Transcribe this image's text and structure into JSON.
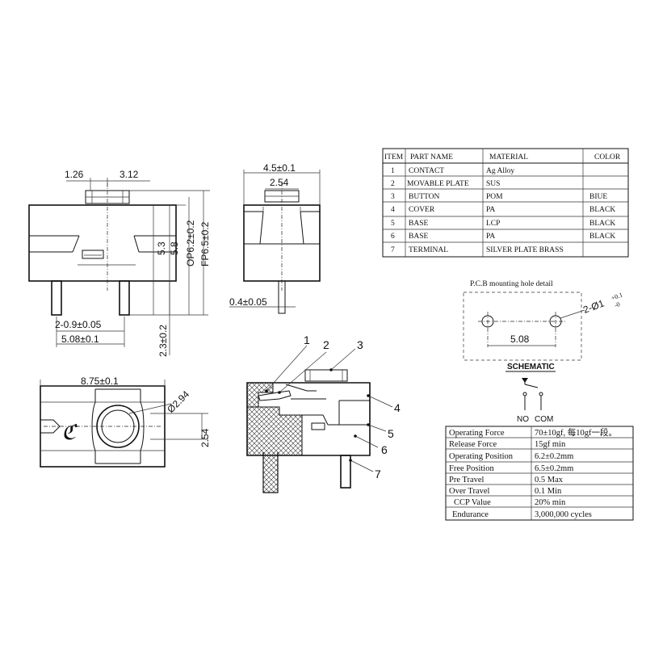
{
  "front_view": {
    "dim_1_26": "1.26",
    "dim_3_12": "3.12",
    "dim_5_3": "5.3",
    "dim_5_8": "5.8",
    "dim_op": "OP6.2±0.2",
    "dim_fp": "FP6.5±0.2",
    "dim_pins": "2-0.9±0.05",
    "dim_pitch": "5.08±0.1",
    "dim_pin_len": "2.3±0.2"
  },
  "side_view": {
    "dim_width": "4.5±0.1",
    "dim_button": "2.54",
    "dim_pin": "0.4±0.05"
  },
  "top_view": {
    "dim_length": "8.75±0.1",
    "dim_hole": "Ø2.94",
    "dim_2_54": "2.54"
  },
  "section_view": {
    "callouts": [
      "1",
      "2",
      "3",
      "4",
      "5",
      "6",
      "7"
    ]
  },
  "parts_table": {
    "headers": [
      "ITEM",
      "PART NAME",
      "MATERIAL",
      "COLOR"
    ],
    "rows": [
      [
        "1",
        "CONTACT",
        "Ag Alloy",
        ""
      ],
      [
        "2",
        "MOVABLE PLATE",
        "SUS",
        ""
      ],
      [
        "3",
        "BUTTON",
        "POM",
        "BIUE"
      ],
      [
        "4",
        "COVER",
        "PA",
        "BLACK"
      ],
      [
        "5",
        "BASE",
        "LCP",
        "BLACK"
      ],
      [
        "6",
        "BASE",
        "PA",
        "BLACK"
      ],
      [
        "7",
        "TERMINAL",
        "SILVER PLATE BRASS",
        ""
      ]
    ]
  },
  "pcb_detail": {
    "title": "P.C.B mounting hole detail",
    "hole_label": "2-Ø1",
    "tol_plus": "+0.1",
    "tol_minus": "-0",
    "pitch": "5.08"
  },
  "schematic": {
    "title": "SCHEMATIC",
    "no_label": "NO",
    "com_label": "COM"
  },
  "spec_table": {
    "rows": [
      [
        "Operating Force",
        "70±10gf, 每10gf一段。"
      ],
      [
        "Release Force",
        "15gf min"
      ],
      [
        "Operating Position",
        "6.2±0.2mm"
      ],
      [
        "Free Position",
        "6.5±0.2mm"
      ],
      [
        "Pre Travel",
        "0.5 Max"
      ],
      [
        "Over Travel",
        "0.1 Min"
      ],
      [
        "CCP Value",
        "20% min"
      ],
      [
        "Endurance",
        "3,000,000 cycles"
      ]
    ]
  }
}
